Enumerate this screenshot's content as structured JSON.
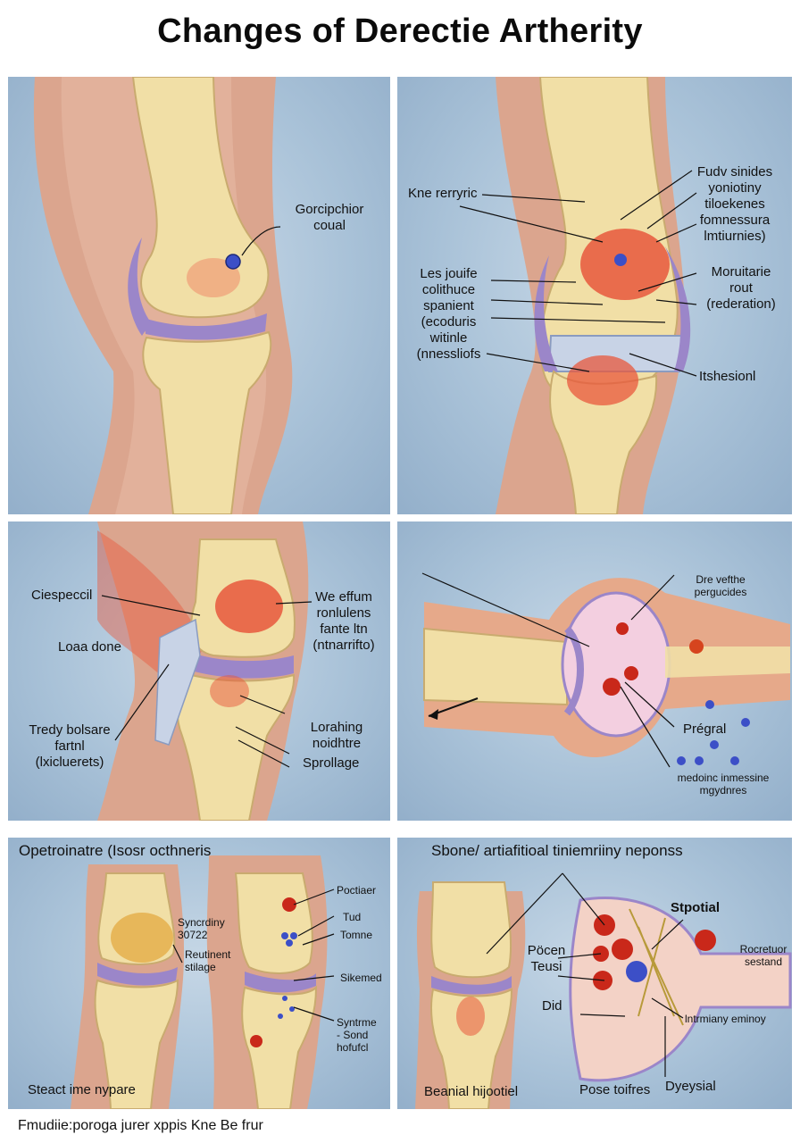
{
  "title": "Changes of Derectie Artherity",
  "caption": "Fmudiie:poroga jurer xppis Kne Be frur",
  "colors": {
    "panel_bg": "#a9c2d8",
    "bone": "#f1dfa6",
    "cartilage": "#9b86c9",
    "inflammation": "#e8583c",
    "skin": "#dba58e"
  },
  "panel1": {
    "label_gorcipchior": "Gorcipchior\ncoual"
  },
  "panel2": {
    "label_kne_rerryric": "Kne rerryric",
    "label_fudv": "Fudv sinides\nyoniotiny\ntiloekenes\nfomnessura\nlmtiurnies)",
    "label_les_jouife": "Les jouife\ncolithuce\nspanient\n(ecoduris\nwitinle\n(nnessliofs",
    "label_moruitarie": "Moruitarie\nrout\n(rederation)",
    "label_itshesionl": "Itshesionl"
  },
  "panel3": {
    "label_ciespeccil": "Ciespeccil",
    "label_loaa_done": "Loaa done",
    "label_tredy": "Tredy bolsare\nfartnl\n(lxicluerets)",
    "label_we_effum": "We effum\nronlulens\nfante ltn\n(ntnarrifto)",
    "label_lorahing": "Lorahing\nnoidhtre",
    "label_sprollage": "Sprollage"
  },
  "panel4": {
    "label_dre_vefthe": "Dre vefthe\npergucides",
    "label_pregral": "Prégral",
    "label_medoinc": "medoinc inmessine\nmgydnres"
  },
  "panel5": {
    "heading": "Opetroinatre (Isosr octhneris",
    "label_syncrdiny": "Syncrdiny\n30722",
    "label_reutinent": "Reutinent\nstilage",
    "label_poctiaer": "Poctiaer",
    "label_tud": "Tud",
    "label_tomne": "Tomne",
    "label_sikemed": "Sikemed",
    "label_syntrme": "Syntrme\n- Sond\nhofufcl",
    "label_steact": "Steact ime nypare"
  },
  "panel6": {
    "heading": "Sbone/ artiafitioal tiniemriiny neponss",
    "label_stpotial": "Stpotial",
    "label_pocen": "Pöcen\nTeusi",
    "label_did": "Did",
    "label_rocretuor": "Rocretuor\nsestand",
    "label_intrmiany": "lntrmiany eminoy",
    "label_beanial": "Beanial hijootiel",
    "label_pose": "Pose toifres",
    "label_dyeysial": "Dyeysial"
  }
}
